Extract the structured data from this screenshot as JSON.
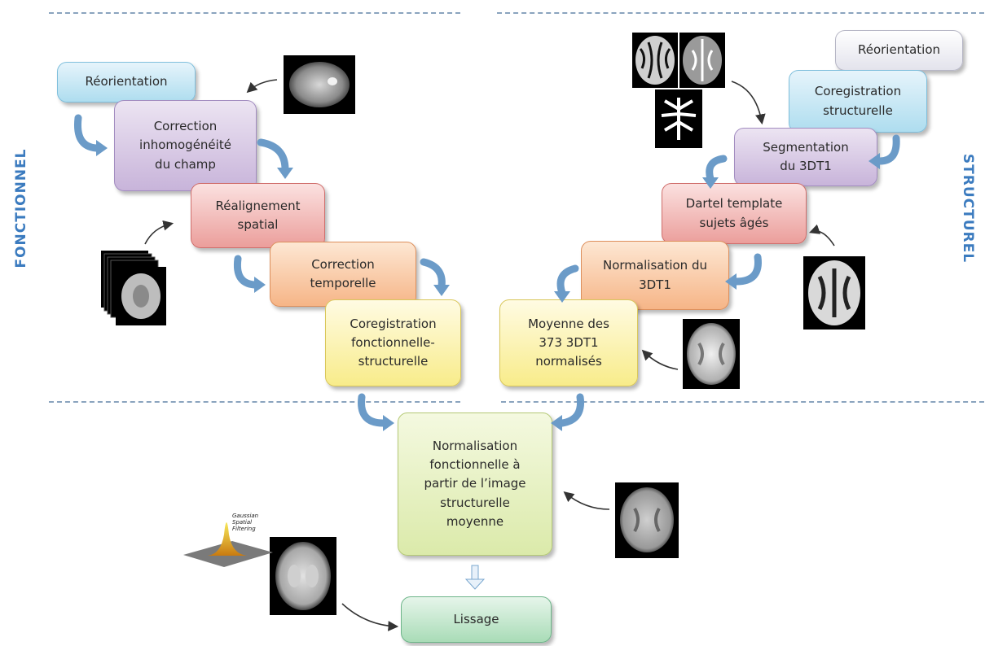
{
  "side_labels": {
    "left": "FONCTIONNEL",
    "right": "STRUCTUREL"
  },
  "functional": {
    "reorientation": "Réorientation",
    "field_correction": [
      "Correction",
      "inhomogénéité",
      "du champ"
    ],
    "realignment": [
      "Réalignement",
      "spatial"
    ],
    "temporal_correction": [
      "Correction",
      "temporelle"
    ],
    "coregistration": [
      "Coregistration",
      "fonctionnelle-",
      "structurelle"
    ]
  },
  "structural": {
    "reorientation": "Réorientation",
    "coregistration": [
      "Coregistration",
      "structurelle"
    ],
    "segmentation": [
      "Segmentation",
      "du 3DT1"
    ],
    "dartel": [
      "Dartel template",
      "sujets âgés"
    ],
    "normalisation": [
      "Normalisation du",
      "3DT1"
    ],
    "average": [
      "Moyenne des",
      "373 3DT1",
      "normalisés"
    ]
  },
  "final": {
    "normalisation": [
      "Normalisation",
      "fonctionnelle à",
      "partir de l’image",
      "structurelle",
      "moyenne"
    ],
    "smoothing": "Lissage",
    "filter_caption": [
      "Gaussian",
      "Spatial",
      "Filtering"
    ]
  },
  "colors": {
    "blue": "#aeddef",
    "purple": "#c8b4da",
    "red": "#eb9e9b",
    "orange": "#f6b587",
    "yellow": "#f8ec8a",
    "lime": "#dbeaaa",
    "green": "#a9dcb7",
    "accent": "#3b7bbf"
  },
  "icons": [
    "brain-mri-icon",
    "curved-arrow-icon",
    "down-arrow-icon",
    "gaussian-peak-icon"
  ]
}
